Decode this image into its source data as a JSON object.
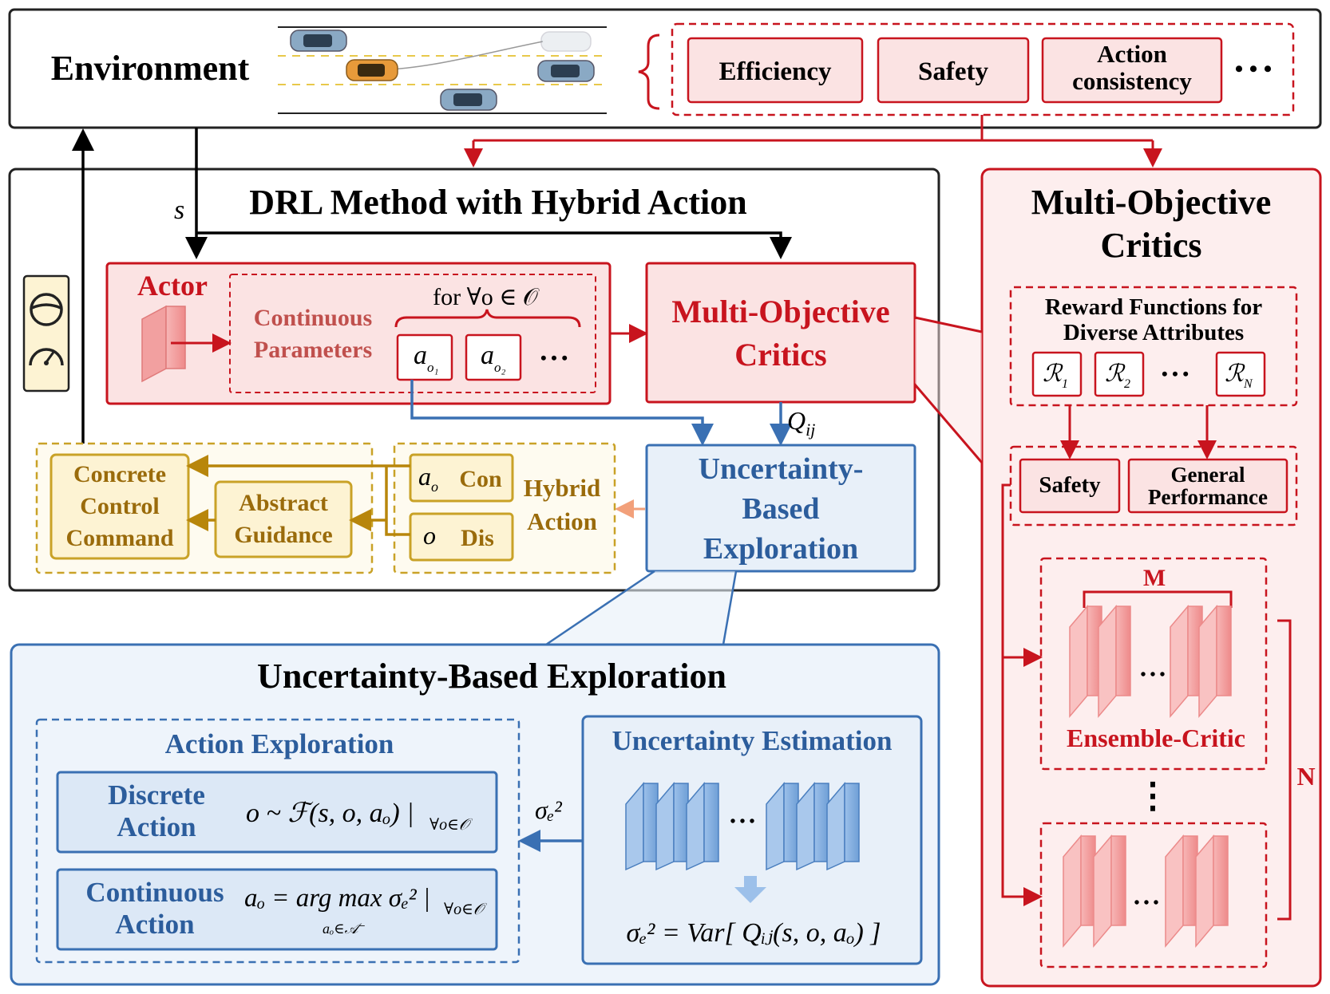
{
  "environment": {
    "title": "Environment",
    "attributes": [
      "Efficiency",
      "Safety",
      "Action",
      "consistency"
    ],
    "more": "• • •"
  },
  "drl": {
    "title": "DRL Method with Hybrid Action",
    "state_symbol": "s",
    "actor_label": "Actor",
    "for_all": "for ∀o ∈ 𝒪",
    "continuous_parameters": [
      "Continuous",
      "Parameters"
    ],
    "param_1": "a",
    "param_1_sub": "o₁",
    "param_2": "a",
    "param_2_sub": "o₂",
    "param_more": "• • •",
    "critics": [
      "Multi-Objective",
      "Critics"
    ],
    "q_label": "Q",
    "q_sub": "ij",
    "ube": [
      "Uncertainty-",
      "Based",
      "Exploration"
    ],
    "concrete": [
      "Concrete",
      "Control",
      "Command"
    ],
    "abstract": [
      "Abstract",
      "Guidance"
    ],
    "con_symbol": "a",
    "con_sub": "o",
    "con_label": "Con",
    "dis_symbol": "o",
    "dis_label": "Dis",
    "hybrid": [
      "Hybrid",
      "Action"
    ]
  },
  "mo_critics": {
    "title": [
      "Multi-Objective",
      "Critics"
    ],
    "reward_title": [
      "Reward Functions for",
      "Diverse Attributes"
    ],
    "rewards": [
      "ℛ",
      "ℛ",
      "ℛ"
    ],
    "reward_subs": [
      "1",
      "2",
      "N"
    ],
    "reward_more": "• • •",
    "heads": [
      "Safety",
      "General",
      "Performance"
    ],
    "m_label": "M",
    "n_label": "N",
    "ensemble_label": "Ensemble-Critic",
    "ensemble_more": "• • •",
    "vdots": "⋮"
  },
  "ube_detail": {
    "title": "Uncertainty-Based Exploration",
    "action_exploration": "Action Exploration",
    "discrete": [
      "Discrete",
      "Action"
    ],
    "discrete_formula": "o ~ ℱ(s, o, aₒ) |",
    "discrete_cond": "∀o∈𝒪",
    "continuous": [
      "Continuous",
      "Action"
    ],
    "continuous_formula": "aₒ = arg max σₑ² |",
    "continuous_cond": "∀o∈𝒪",
    "continuous_under": "aₒ∈𝒜⁻",
    "sigma_label": "σₑ²",
    "uncertainty_estimation": "Uncertainty Estimation",
    "blue_more": "• • •",
    "variance_formula": "σₑ² = Var[ Qᵢⱼ(s, o, aₒ) ]"
  },
  "colors": {
    "red": "#c8141e",
    "red_fill": "#fbe3e3",
    "yellow": "#c9a227",
    "yellow_fill": "#fdf3d3",
    "yellow_text": "#9a6b0b",
    "blue": "#3a70b3",
    "blue_fill": "#e8f0f9",
    "blue_text": "#2c5d9c"
  }
}
